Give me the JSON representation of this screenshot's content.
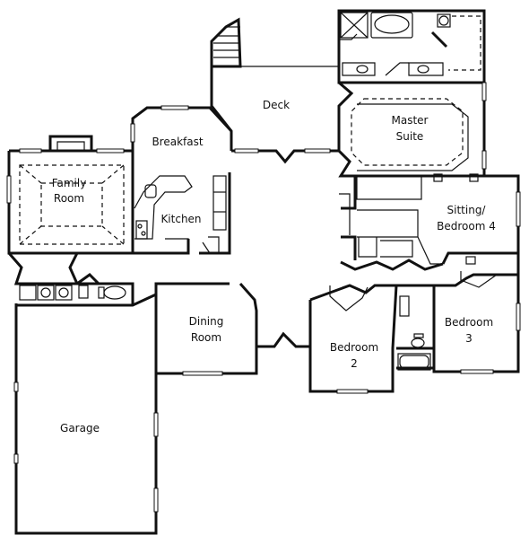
{
  "plan": {
    "rooms": {
      "deck": "Deck",
      "master_line1": "Master",
      "master_line2": "Suite",
      "breakfast": "Breakfast",
      "family_line1": "Family",
      "family_line2": "Room",
      "kitchen": "Kitchen",
      "sitting_line1": "Sitting/",
      "sitting_line2": "Bedroom 4",
      "dining_line1": "Dining",
      "dining_line2": "Room",
      "bedroom2_line1": "Bedroom",
      "bedroom2_line2": "2",
      "bedroom3_line1": "Bedroom",
      "bedroom3_line2": "3",
      "garage": "Garage"
    },
    "colors": {
      "ink": "#111111",
      "paper": "#ffffff"
    }
  }
}
